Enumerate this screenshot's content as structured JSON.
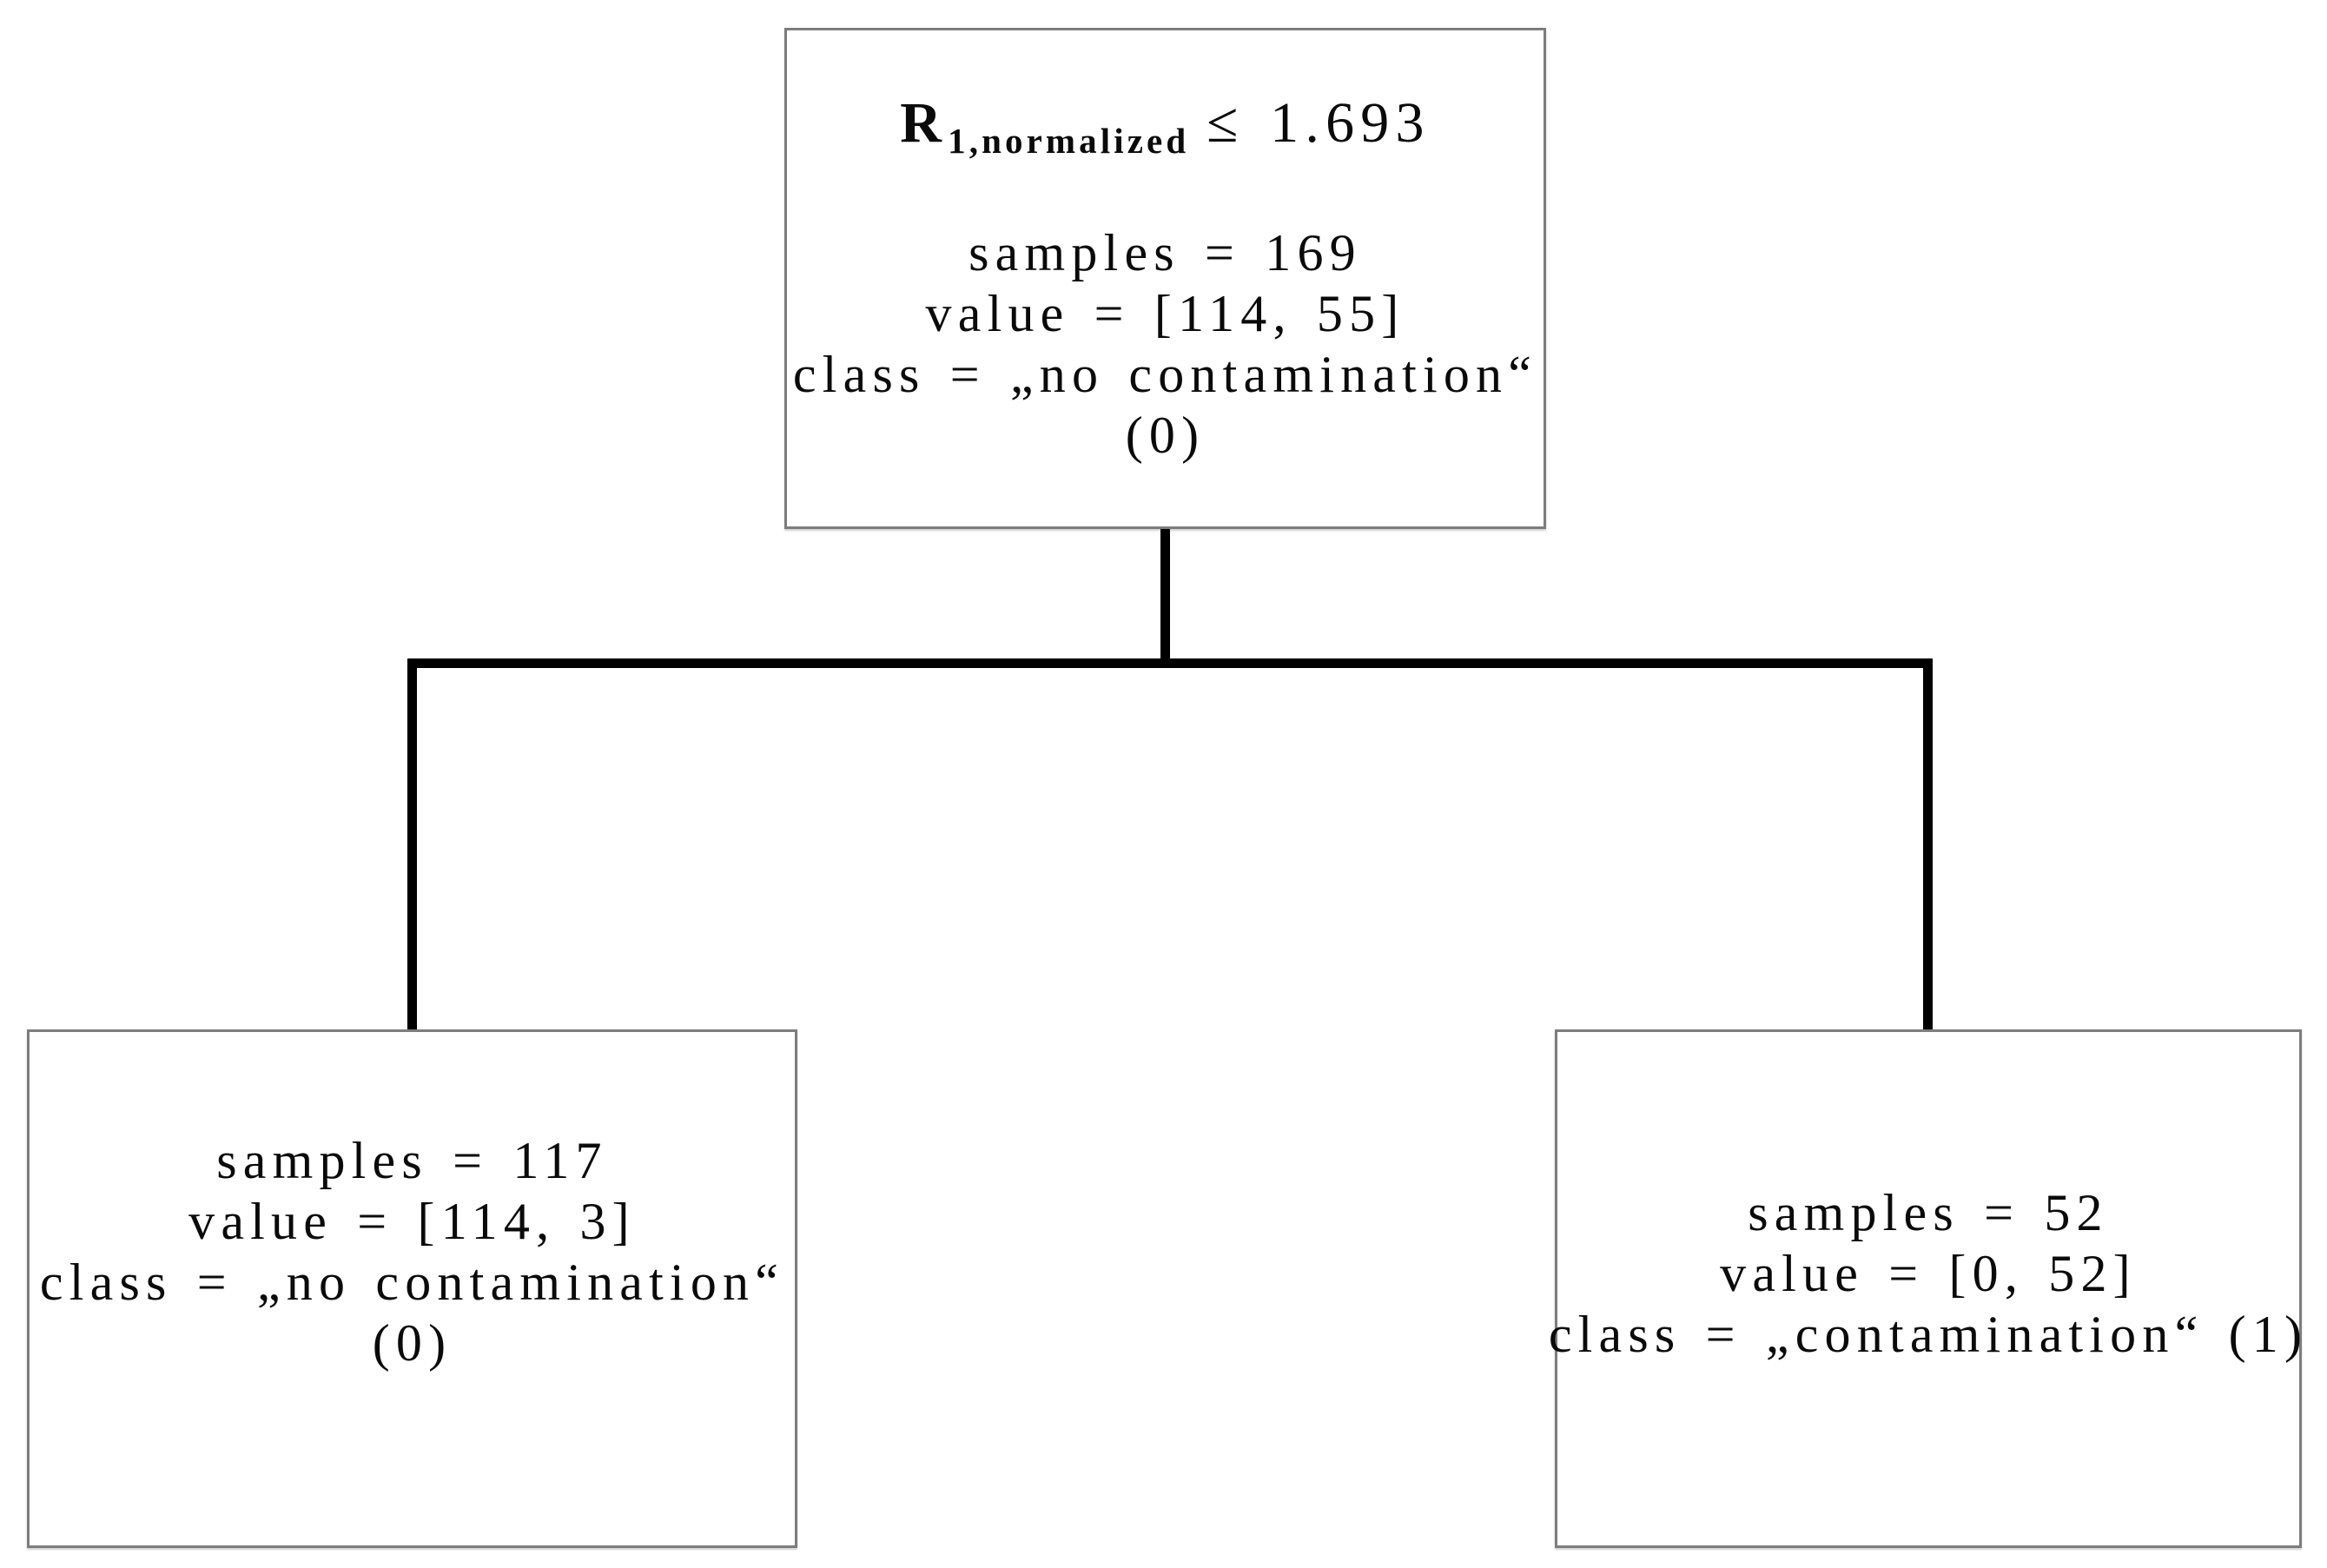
{
  "figure": {
    "type": "decision-tree",
    "colors": {
      "background": "#ffffff",
      "node_border": "#7d7d7d",
      "connector_line": "#000000",
      "text": "#0a0a0a"
    }
  },
  "nodes": {
    "root": {
      "condition": {
        "feature_base": "R",
        "feature_subscript": "1,normalized",
        "comparison": "≤ 1.693"
      },
      "lines": [
        "samples = 169",
        "value = [114, 55]",
        "class = „no contamination“",
        "(0)"
      ]
    },
    "left_leaf": {
      "lines": [
        "samples = 117",
        "value = [114, 3]",
        "class = „no contamination“",
        "(0)"
      ]
    },
    "right_leaf": {
      "lines": [
        "samples = 52",
        "value = [0, 52]",
        "class = „contamination“ (1)"
      ]
    }
  }
}
